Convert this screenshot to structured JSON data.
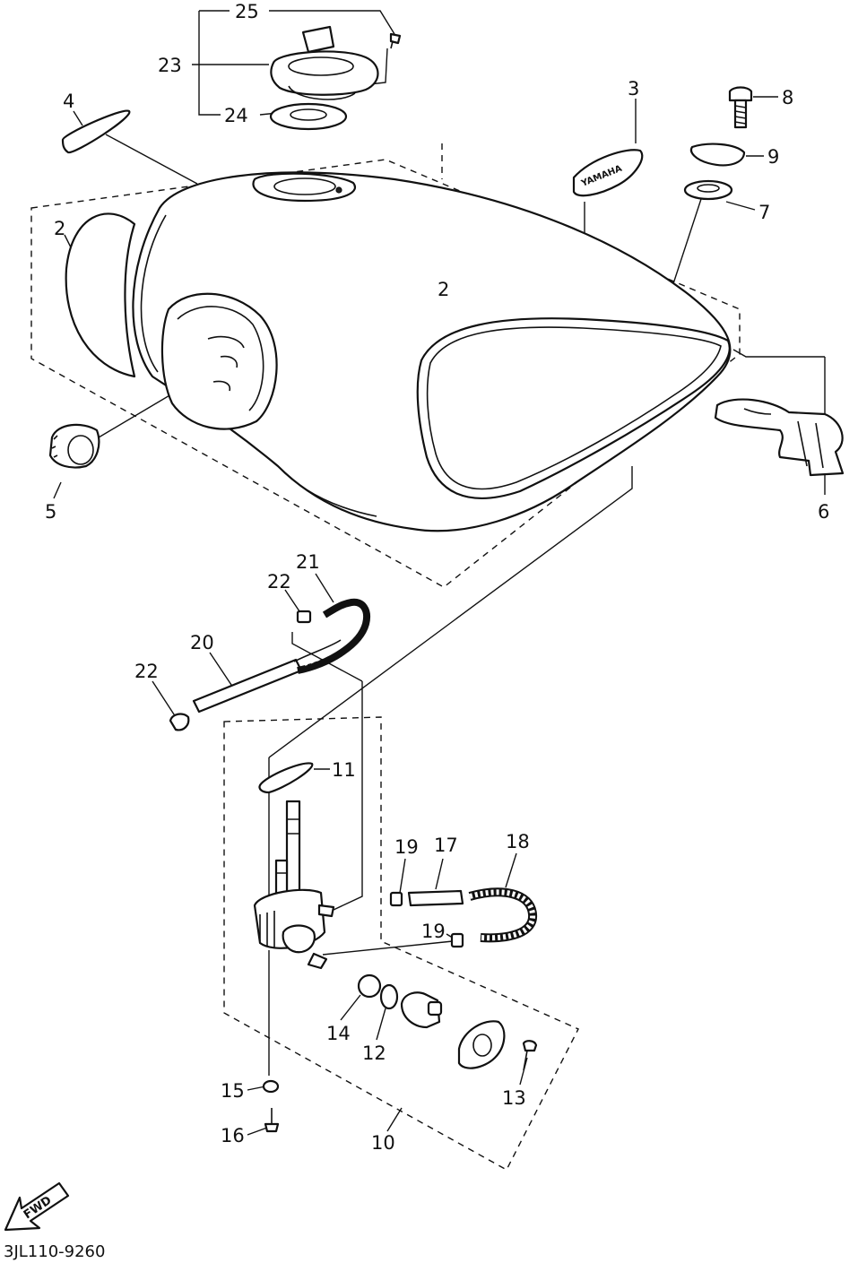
{
  "callouts": {
    "c2a": "2",
    "c2b": "2",
    "c3": "3",
    "c4": "4",
    "c5": "5",
    "c6": "6",
    "c7": "7",
    "c8": "8",
    "c9": "9",
    "c10": "10",
    "c11": "11",
    "c12": "12",
    "c13": "13",
    "c14": "14",
    "c15": "15",
    "c16": "16",
    "c17": "17",
    "c18": "18",
    "c19a": "19",
    "c19b": "19",
    "c20": "20",
    "c21": "21",
    "c22a": "22",
    "c22b": "22",
    "c23": "23",
    "c24": "24",
    "c25": "25"
  },
  "fwd_arrow_label": "FWD",
  "emblem_text": "YAMAHA",
  "diagram_code": "3JL110-9260",
  "icons": {
    "fwd_arrow": "arrow-left-down-icon"
  }
}
